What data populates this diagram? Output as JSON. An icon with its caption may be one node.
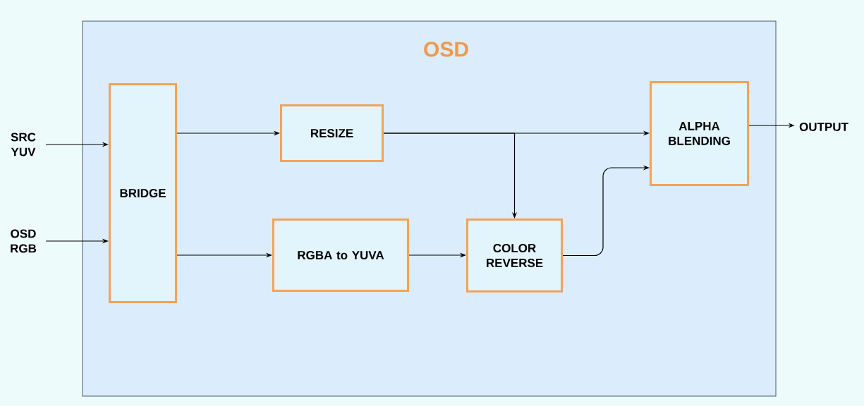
{
  "diagram": {
    "nodes": [
      {
        "text": [
          "OSD"
        ]
      },
      {
        "text": [
          "SRC YUV"
        ]
      },
      {
        "text": [
          "OSD RGB"
        ]
      },
      {
        "text": [
          "BRIDGE"
        ],
        "in": 0
      },
      {
        "text": [
          "RESIZE"
        ],
        "in": 0
      },
      {
        "text": [
          "RGBA to YUVA"
        ],
        "in": 0
      },
      {
        "text": [
          "COLOR REVERSE"
        ],
        "in": 0
      },
      {
        "text": [
          "ALPHA BLENDING"
        ],
        "in": 0
      },
      {
        "text": [
          "OUTPUT"
        ]
      }
    ],
    "edges": [
      {
        "from": 1,
        "to": 3,
        "arrow": "to"
      },
      {
        "from": 2,
        "to": 3,
        "arrow": "to"
      },
      {
        "from": 3,
        "to": 4,
        "arrow": "to"
      },
      {
        "from": 3,
        "to": 5,
        "arrow": "to"
      },
      {
        "from": 4,
        "to": 7,
        "arrow": "to"
      },
      {
        "from": 4,
        "to": 6,
        "arrow": "to"
      },
      {
        "from": 5,
        "to": 6,
        "arrow": "to"
      },
      {
        "from": 6,
        "to": 7,
        "arrow": "to"
      },
      {
        "from": 7,
        "to": 8,
        "arrow": "to"
      }
    ]
  }
}
